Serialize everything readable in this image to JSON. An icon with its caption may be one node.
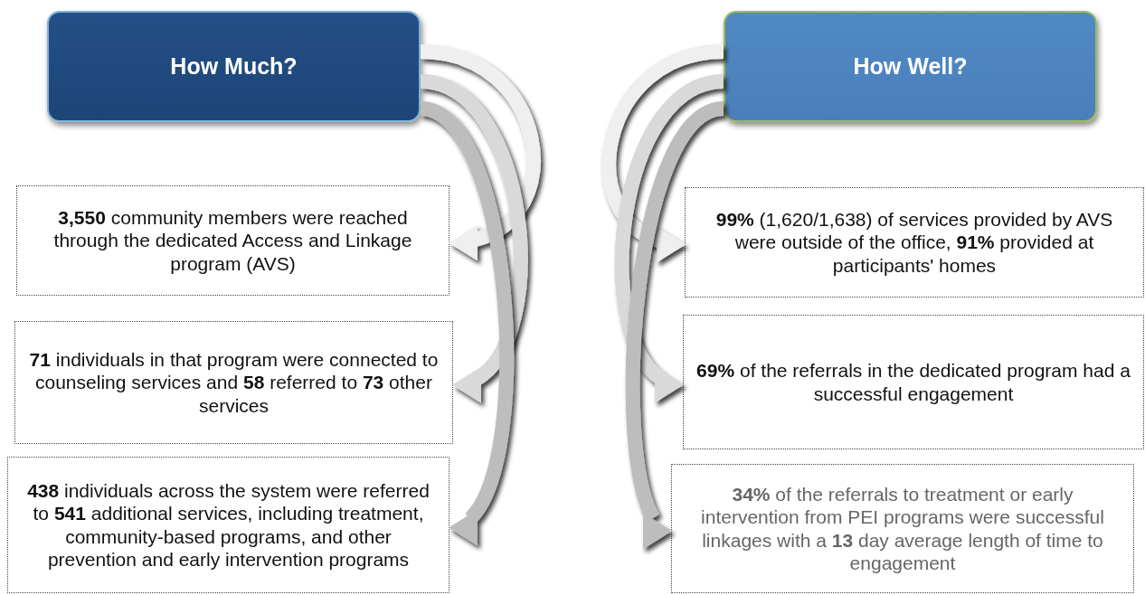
{
  "diagram": {
    "nodes": [
      {
        "text": [
          "How Much?"
        ]
      },
      {
        "text": [
          "How Well?"
        ]
      },
      {
        "text": [
          "**3,550** community members were reached through the dedicated Access and Linkage program (AVS)"
        ]
      },
      {
        "text": [
          "**99%** (1,620/1,638) of services provided by AVS were outside of the office, **91%** provided at participants' homes"
        ]
      },
      {
        "text": [
          "**71** individuals in that program were connected to counseling services and **58** referred to **73** other services"
        ]
      },
      {
        "text": [
          "**69%** of the referrals in the dedicated program had a successful engagement"
        ]
      },
      {
        "text": [
          "**438** individuals across the system were referred to **541** additional services, including treatment, community-based programs, and other prevention and early intervention programs"
        ]
      },
      {
        "text": [
          "**34%** of the referrals to treatment or early intervention from PEI programs were successful linkages with a **13** day average length of time to engagement"
        ]
      }
    ],
    "edges": [
      {
        "from": 0,
        "to": 2,
        "arrow": "to",
        "color": "#efefef"
      },
      {
        "from": 0,
        "to": 4,
        "arrow": "to",
        "color": "#d9d9d9"
      },
      {
        "from": 0,
        "to": 6,
        "arrow": "to",
        "color": "#bdbdbd"
      },
      {
        "from": 1,
        "to": 3,
        "arrow": "to",
        "color": "#efefef"
      },
      {
        "from": 1,
        "to": 5,
        "arrow": "to",
        "color": "#d9d9d9"
      },
      {
        "from": 1,
        "to": 7,
        "arrow": "to",
        "color": "#bdbdbd"
      }
    ]
  }
}
